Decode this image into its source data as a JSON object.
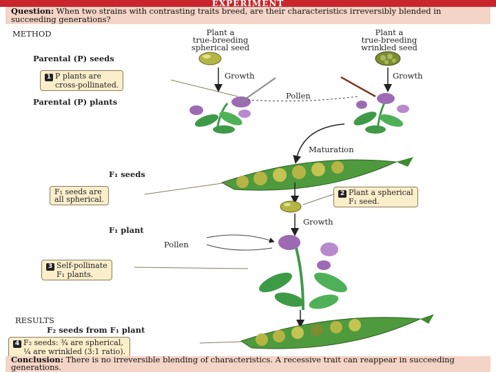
{
  "banner": {
    "title": "EXPERIMENT"
  },
  "question": {
    "lead": "Question:",
    "text": "When two strains with contrasting traits breed, are their characteristics irreversibly blended in succeeding generations?"
  },
  "method": {
    "heading": "METHOD",
    "plant_spherical": [
      "Plant a",
      "true-breeding",
      "spherical seed"
    ],
    "plant_wrinkled": [
      "Plant a",
      "true-breeding",
      "wrinkled seed"
    ],
    "parental_seeds": "Parental (P) seeds",
    "parental_plants": "Parental (P) plants",
    "growth": "Growth",
    "pollen": "Pollen",
    "maturation": "Maturation",
    "f1_seeds": "F₁ seeds",
    "f1_plant": "F₁ plant"
  },
  "callouts": {
    "step1": {
      "num": "1",
      "text": [
        "P plants are",
        "cross-pollinated."
      ]
    },
    "f1_all_spherical": {
      "text": [
        "F₁ seeds are",
        "all spherical."
      ]
    },
    "step2": {
      "num": "2",
      "text": [
        "Plant a spherical",
        "F₁ seed."
      ]
    },
    "step3": {
      "num": "3",
      "text": [
        "Self-pollinate",
        "F₁ plants."
      ]
    },
    "step4": {
      "num": "4",
      "text": [
        "F₂ seeds: ¾ are spherical,",
        "¼ are wrinkled (3:1 ratio)."
      ]
    }
  },
  "results": {
    "heading": "RESULTS",
    "f2_seeds": "F₂ seeds from F₁ plant"
  },
  "conclusion": {
    "lead": "Conclusion:",
    "text": "There is no irreversible blending of characteristics. A recessive trait can reappear in succeeding generations."
  },
  "colors": {
    "banner": "#c9252c",
    "panel": "#f4d4c6",
    "callout": "#fbeecb",
    "flower": "#9d6bb3",
    "leaf": "#3f9a48",
    "seed": "#b4b545"
  }
}
